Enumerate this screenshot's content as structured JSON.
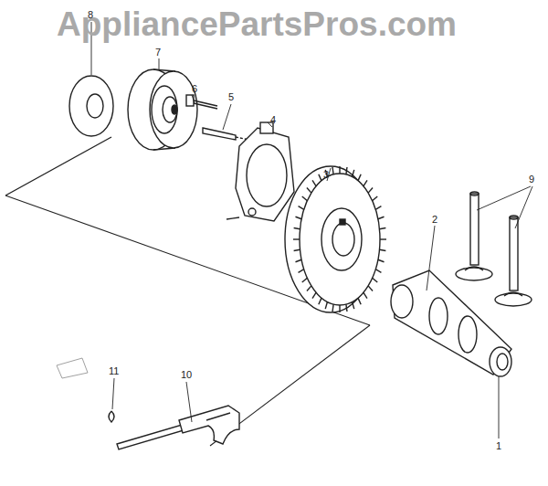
{
  "diagram": {
    "labels": [
      "AppliancePartsPros.com",
      "8",
      "7",
      "6",
      "5",
      "4",
      "3",
      "2",
      "9",
      "1",
      "11",
      "10"
    ]
  }
}
